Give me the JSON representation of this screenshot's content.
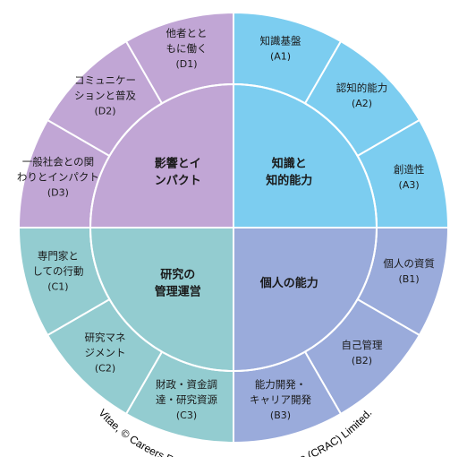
{
  "colors": {
    "A": "#7ccdf0",
    "B": "#9aabdb",
    "C": "#93ccd0",
    "D": "#c1a6d5",
    "stroke": "#ffffff"
  },
  "quadrants": [
    {
      "id": "A",
      "lines": [
        "知識と",
        "知的能力"
      ]
    },
    {
      "id": "B",
      "lines": [
        "個人の能力"
      ]
    },
    {
      "id": "C",
      "lines": [
        "研究の",
        "管理運営"
      ]
    },
    {
      "id": "D",
      "lines": [
        "影響とイ",
        "ンパクト"
      ]
    }
  ],
  "segments": [
    {
      "id": "A1",
      "quadrant": "A",
      "lines": [
        "知識基盤"
      ],
      "code": "(A1)"
    },
    {
      "id": "A2",
      "quadrant": "A",
      "lines": [
        "認知的能力"
      ],
      "code": "(A2)"
    },
    {
      "id": "A3",
      "quadrant": "A",
      "lines": [
        "創造性"
      ],
      "code": "(A3)"
    },
    {
      "id": "B1",
      "quadrant": "B",
      "lines": [
        "個人の資質"
      ],
      "code": "(B1)"
    },
    {
      "id": "B2",
      "quadrant": "B",
      "lines": [
        "自己管理"
      ],
      "code": "(B2)"
    },
    {
      "id": "B3",
      "quadrant": "B",
      "lines": [
        "能力開発・",
        "キャリア開発"
      ],
      "code": "(B3)"
    },
    {
      "id": "C3",
      "quadrant": "C",
      "lines": [
        "財政・資金調",
        "達・研究資源"
      ],
      "code": "(C3)"
    },
    {
      "id": "C2",
      "quadrant": "C",
      "lines": [
        "研究マネ",
        "ジメント"
      ],
      "code": "(C2)"
    },
    {
      "id": "C1",
      "quadrant": "C",
      "lines": [
        "専門家と",
        "しての行動"
      ],
      "code": "(C1)"
    },
    {
      "id": "D3",
      "quadrant": "D",
      "lines": [
        "一般社会との関",
        "わりとインパクト"
      ],
      "code": "(D3)"
    },
    {
      "id": "D2",
      "quadrant": "D",
      "lines": [
        "コミュニケー",
        "ションと普及"
      ],
      "code": "(D2)"
    },
    {
      "id": "D1",
      "quadrant": "D",
      "lines": [
        "他者とと",
        "もに働く"
      ],
      "code": "(D1)"
    }
  ],
  "credit": "Vitae, © Careers Research and Advisory Centre (CRAC) Limited."
}
